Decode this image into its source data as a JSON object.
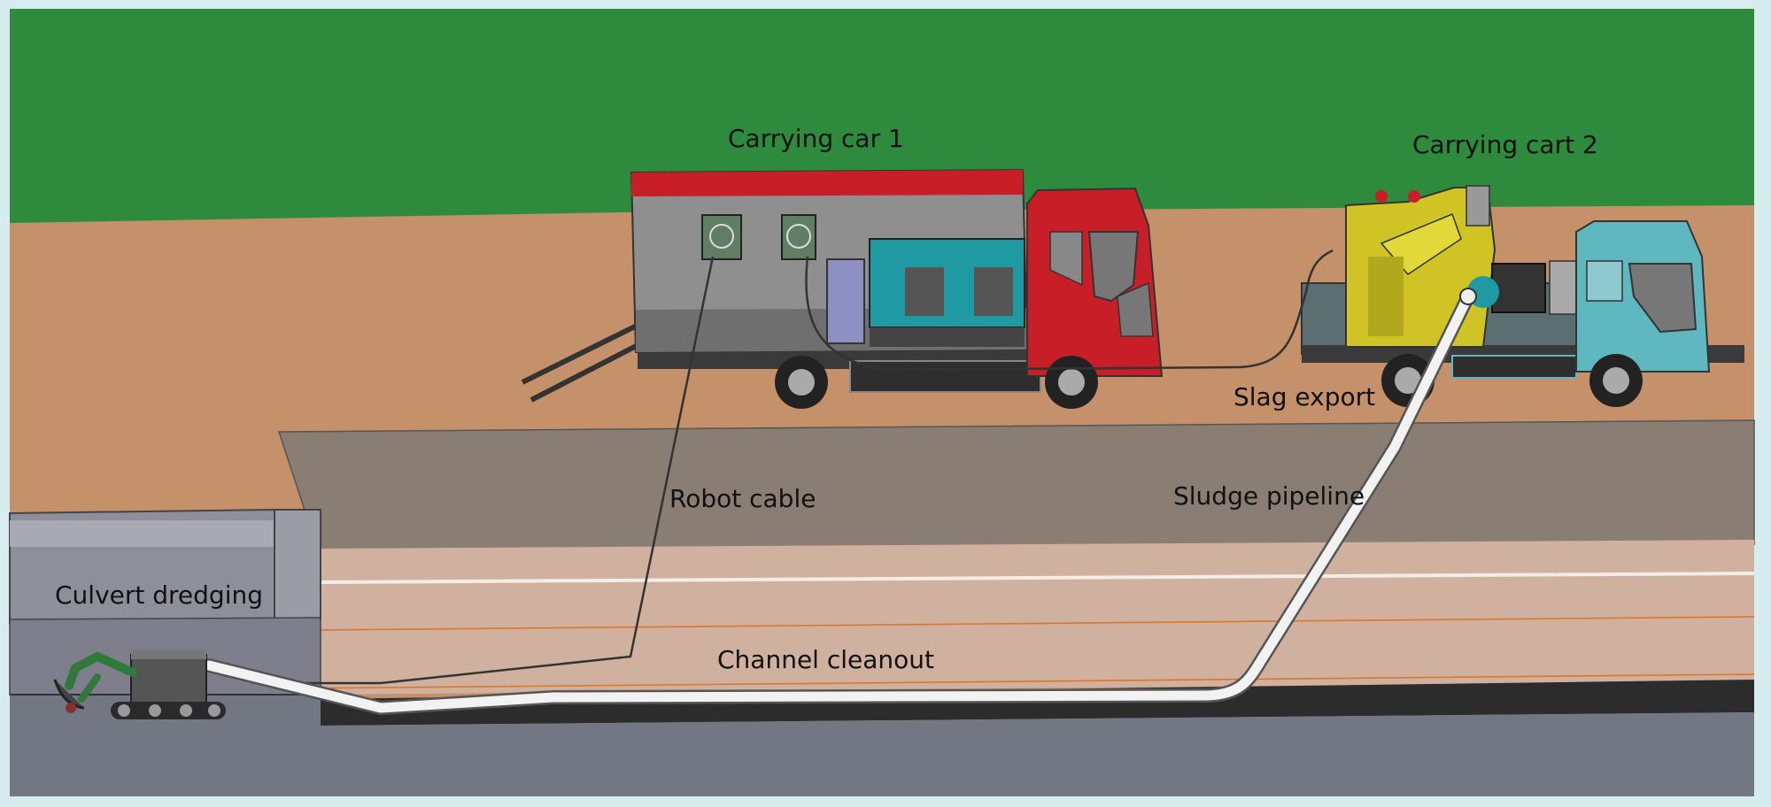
{
  "labels": {
    "carrying_car_1": "Carrying car 1",
    "carrying_cart_2": "Carrying cart 2",
    "slag_export": "Slag export",
    "robot_cable": "Robot cable",
    "sludge_pipeline": "Sludge pipeline",
    "culvert_dredging": "Culvert dredging",
    "channel_cleanout": "Channel cleanout"
  },
  "colors": {
    "frame": "#d6ecee",
    "grass": "#2e8a3c",
    "soil": "#c4916a",
    "culvert_wall": "#8a7d74",
    "channel_floor": "#d0b19f",
    "road": "#737683",
    "truck1_cab": "#c81e28",
    "truck1_box": "#8f8f8f",
    "truck2_cab": "#5fb8c0",
    "truck2_equipment": "#cfc325",
    "generator": "#1f9aa3",
    "pipe": "#f2f2f2",
    "cable": "#333333",
    "robot": "#555555",
    "robot_arm": "#2f7a3a"
  }
}
